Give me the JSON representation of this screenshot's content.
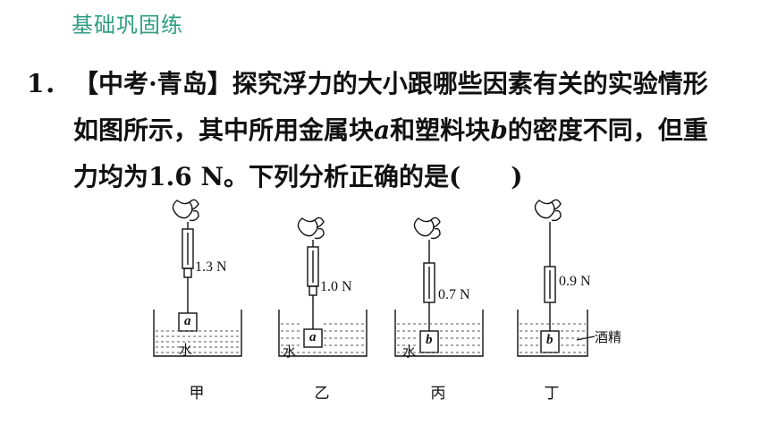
{
  "header": {
    "section_title": "基础巩固练"
  },
  "question": {
    "number": "1．",
    "source_tag": "【中考·青岛】",
    "line1": "探究浮力的大小跟哪些因素有关的实验情形",
    "line2_a": "如图所示，其中所用金属块",
    "var_a": "a",
    "line2_b": "和塑料块",
    "var_b": "b",
    "line2_c": "的密度不同，但重",
    "line3": "力均为1.6 N。下列分析正确的是(　　)"
  },
  "figure": {
    "setups": [
      {
        "caption": "甲",
        "reading": "1.3 N",
        "block": "a",
        "liquid": "水"
      },
      {
        "caption": "乙",
        "reading": "1.0 N",
        "block": "a",
        "liquid": "水"
      },
      {
        "caption": "丙",
        "reading": "0.7 N",
        "block": "b",
        "liquid": "水"
      },
      {
        "caption": "丁",
        "reading": "0.9 N",
        "block": "b",
        "liquid": "酒精"
      }
    ]
  },
  "colors": {
    "title": "#2f9e83",
    "text": "#111111"
  }
}
